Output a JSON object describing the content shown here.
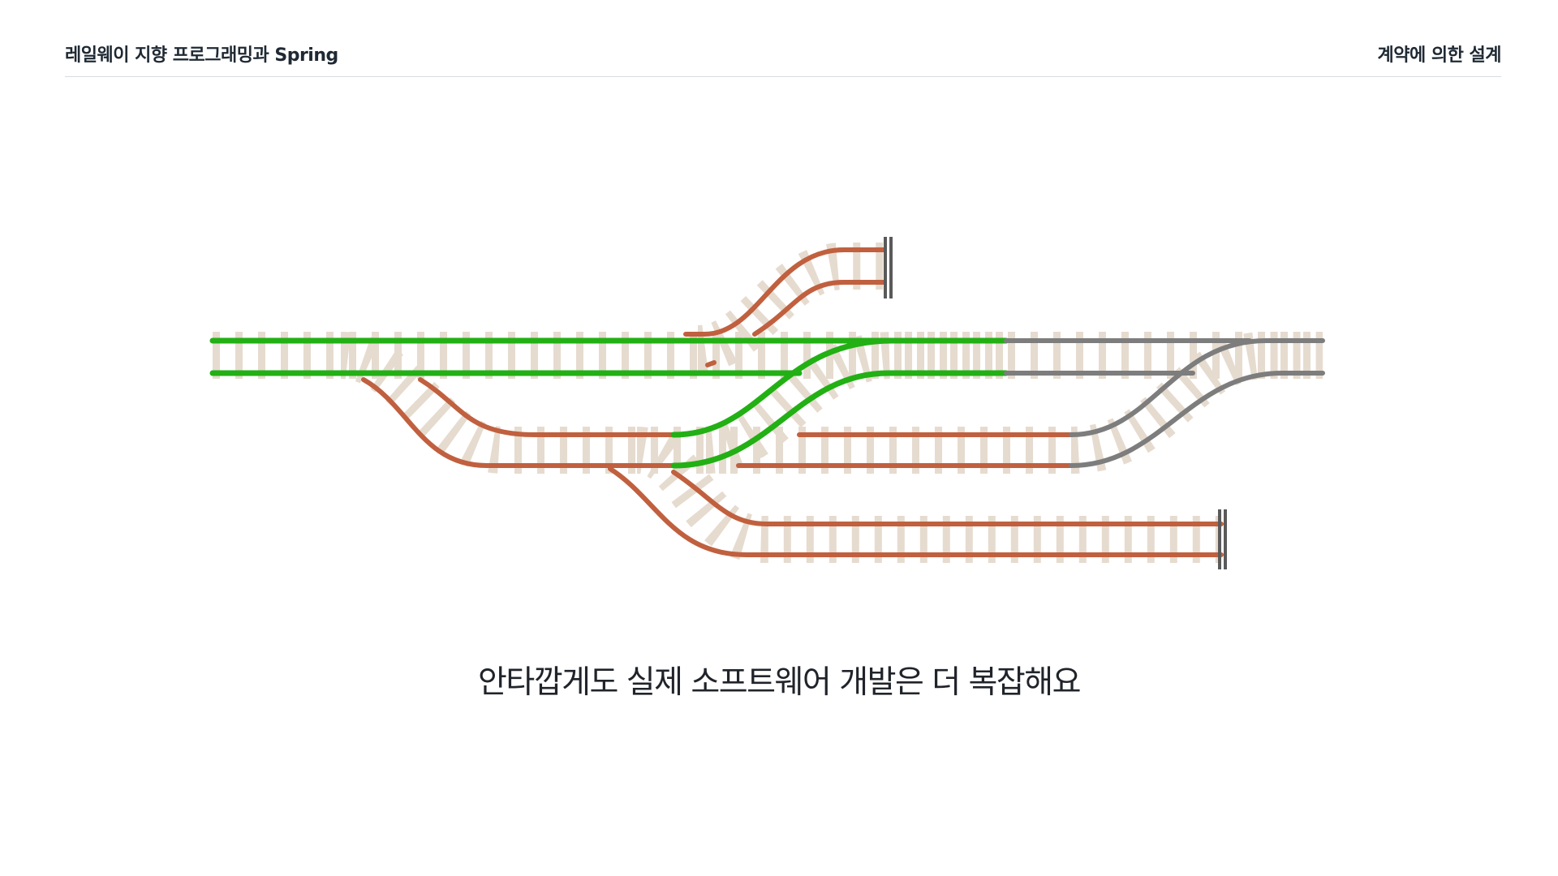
{
  "header": {
    "left_title": "레일웨이 지향 프로그래밍과 Spring",
    "right_title": "계약에 의한 설계"
  },
  "caption": "안타깝게도 실제 소프트웨어 개발은 더 복잡해요",
  "colors": {
    "tie": "#e6dbcf",
    "rail_brown": "#c0603f",
    "rail_green": "#22b014",
    "rail_gray": "#7d7d7d",
    "bumper": "#5a5a5a",
    "header_rule": "#d8dce0"
  }
}
